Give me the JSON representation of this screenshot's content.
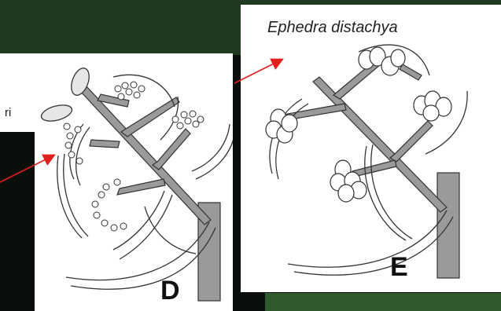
{
  "left_strip_text": "ri",
  "panel_d": {
    "letter": "D"
  },
  "panel_e": {
    "title": "Ephedra distachya",
    "letter": "E"
  },
  "colors": {
    "background": "#0b0f0b",
    "top_band": "#1f3a1f",
    "bottom_band": "#2f5a2f",
    "stem": "#9a9a9a",
    "outline": "#333333",
    "arrow": "#e0201e"
  }
}
